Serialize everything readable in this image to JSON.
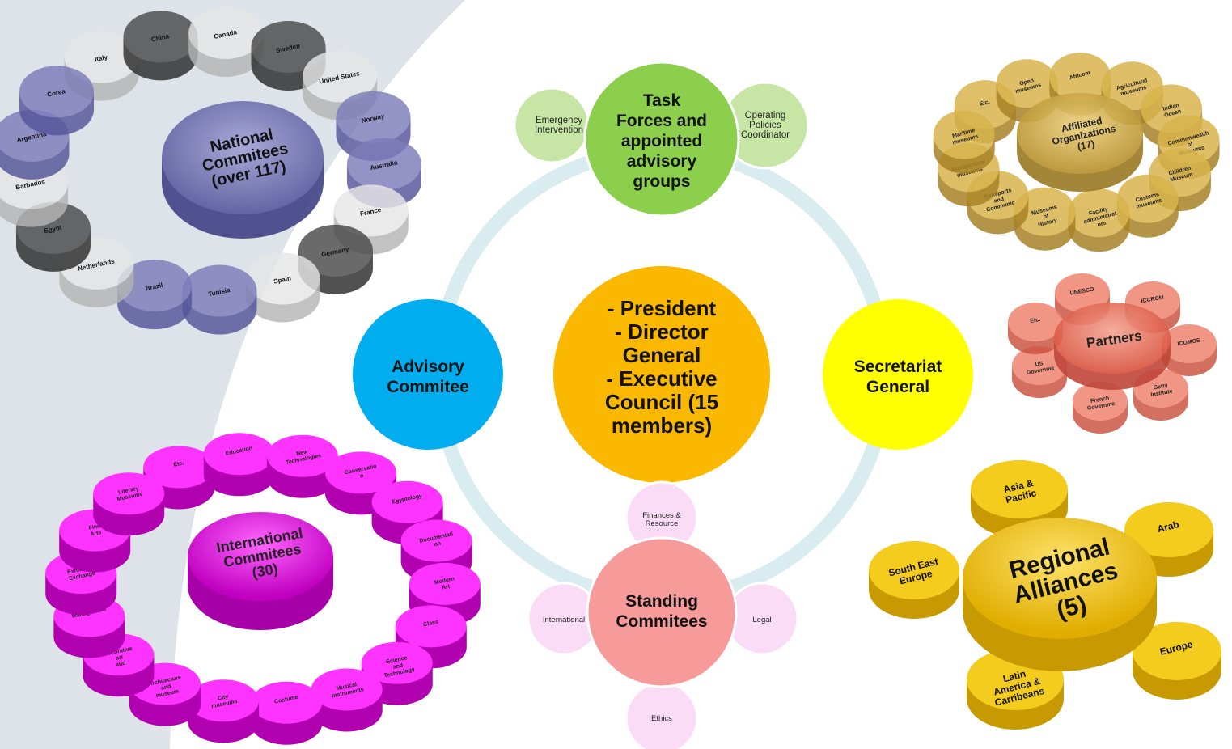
{
  "center": {
    "lines": [
      "- President",
      "- Director",
      "General",
      "- Executive",
      "Council (15",
      "members)"
    ]
  },
  "advisory": {
    "lines": [
      "Advisory",
      "Commitee"
    ]
  },
  "secretariat": {
    "lines": [
      "Secretariat",
      "General"
    ]
  },
  "task_forces": {
    "lines": [
      "Task",
      "Forces and",
      "appointed",
      "advisory",
      "groups"
    ],
    "left_satellite": [
      "Emergency",
      "Intervention"
    ],
    "right_satellite": [
      "Operating",
      "Policies",
      "Coordinator"
    ]
  },
  "standing": {
    "lines": [
      "Standing",
      "Commitees"
    ],
    "top": [
      "Finances &",
      "Resource"
    ],
    "left": [
      "International"
    ],
    "right": [
      "Legal"
    ],
    "bottom": [
      "Ethics"
    ]
  },
  "national": {
    "title": [
      "National",
      "Commitees",
      "(over 117)"
    ],
    "items": [
      "Italy",
      "China",
      "Canada",
      "Sweden",
      "United States",
      "Norway",
      "Australia",
      "France",
      "Germany",
      "Spain",
      "Tunisia",
      "Brazil",
      "Netherlands",
      "Egypt",
      "Barbados",
      "Argentina",
      "Corea"
    ]
  },
  "affiliated": {
    "title": [
      "Affiliated",
      "Organizations",
      "(17)"
    ],
    "items": [
      "Etc.",
      "Open museums",
      "Africom",
      "Agricultural museums",
      "Indian Ocean",
      "Commonwealth of Museums",
      "Children Museum",
      "Customs museums",
      "Facility admninistrat ors",
      "Museums of History",
      "Transports and Communic ation",
      "Architectural museums",
      "Maritime museums"
    ]
  },
  "partners": {
    "title": [
      "Partners"
    ],
    "items": [
      "UNESCO",
      "ICCROM",
      "ICOMOS",
      "Getty Institute",
      "French Governme nt",
      "US Governme nt",
      "Etc."
    ]
  },
  "international": {
    "title": [
      "International",
      "Commitees",
      "(30)"
    ],
    "items": [
      "Etc.",
      "Education",
      "New Technologies",
      "Conservatio n",
      "Egyptology",
      "Documentati on",
      "Modern Art",
      "Glass",
      "Science and Technology",
      "Musical Instruments",
      "Costume",
      "City museums",
      "Architecture and museum techniques",
      "Decorative art and design",
      "Management",
      "Exhibition Exchange",
      "Fine Arts",
      "Literary Museums"
    ]
  },
  "regional": {
    "title": [
      "Regional",
      "Alliances",
      "(5)"
    ],
    "items": {
      "asia": [
        "Asia &",
        "Pacific"
      ],
      "arab": [
        "Arab"
      ],
      "see": [
        "South East",
        "Europe"
      ],
      "europe": [
        "Europe"
      ],
      "latin": [
        "Latin",
        "America &",
        "Carribeans"
      ]
    }
  },
  "colors": {
    "center": "#fbb800",
    "advisory": "#00aeef",
    "secretariat": "#ffff00",
    "task": "#8ccf4d",
    "task_satellite": "#c7e6a6",
    "standing": "#f79b9a",
    "standing_satellite": "#fadcf6",
    "ring": "#d9ecef",
    "national": "#7d7cba",
    "affiliated": "#c9a33a",
    "partners": "#ea6a55",
    "international": "#e000e0",
    "regional": "#f1c40f",
    "backdrop": "#dde3e8"
  }
}
